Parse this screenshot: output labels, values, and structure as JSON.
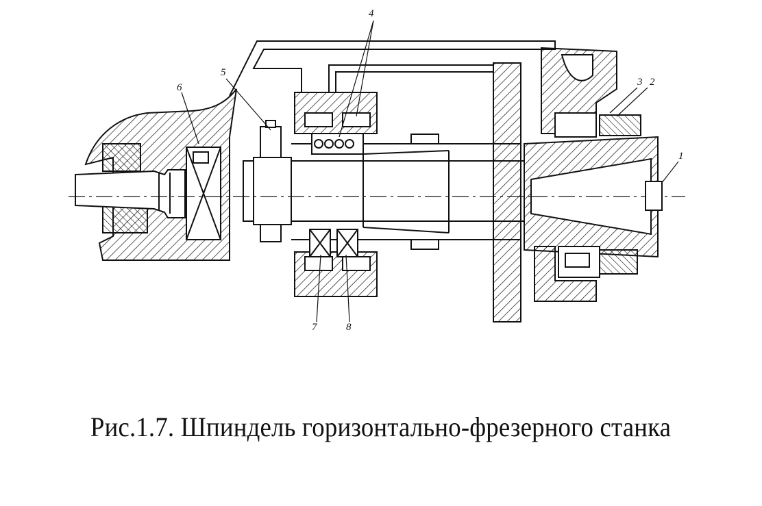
{
  "figure": {
    "caption": "Рис.1.7. Шпиндель горизонтально-фрезерного станка",
    "callouts": [
      {
        "id": "1",
        "text": "1"
      },
      {
        "id": "2",
        "text": "2"
      },
      {
        "id": "3",
        "text": "3"
      },
      {
        "id": "4",
        "text": "4"
      },
      {
        "id": "5",
        "text": "5"
      },
      {
        "id": "6",
        "text": "6"
      },
      {
        "id": "7",
        "text": "7"
      },
      {
        "id": "8",
        "text": "8"
      }
    ]
  },
  "colors": {
    "ink": "#111111",
    "paper": "#ffffff"
  }
}
